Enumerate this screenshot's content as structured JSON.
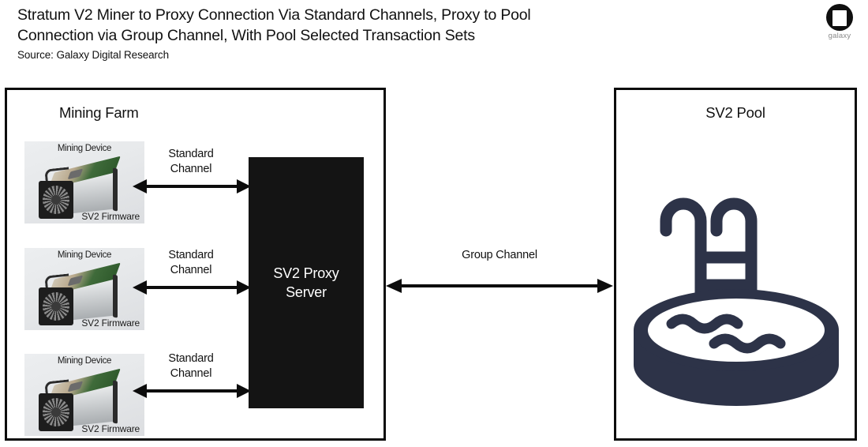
{
  "header": {
    "title": "Stratum V2 Miner to Proxy Connection Via Standard Channels, Proxy to Pool\nConnection via Group Channel, With Pool Selected Transaction Sets",
    "source": "Source: Galaxy Digital Research"
  },
  "brand": {
    "logo_name": "galaxy-logo",
    "wordmark": "galaxy",
    "logo_color": "#0f0f0f"
  },
  "diagram": {
    "farm_panel": {
      "title": "Mining Farm",
      "miners": [
        {
          "top_label": "Mining Device",
          "bottom_label": "SV2\nFirmware"
        },
        {
          "top_label": "Mining Device",
          "bottom_label": "SV2\nFirmware"
        },
        {
          "top_label": "Mining Device",
          "bottom_label": "SV2\nFirmware"
        }
      ],
      "standard_channels": [
        {
          "label": "Standard\nChannel"
        },
        {
          "label": "Standard\nChannel"
        },
        {
          "label": "Standard\nChannel"
        }
      ],
      "proxy": {
        "label": "SV2 Proxy\nServer",
        "fill": "#141414",
        "text_color": "#ffffff"
      }
    },
    "group_channel": {
      "label": "Group Channel"
    },
    "pool_panel": {
      "title": "SV2 Pool",
      "icon_name": "swimming-pool-icon",
      "icon_color": "#2d3348"
    }
  }
}
